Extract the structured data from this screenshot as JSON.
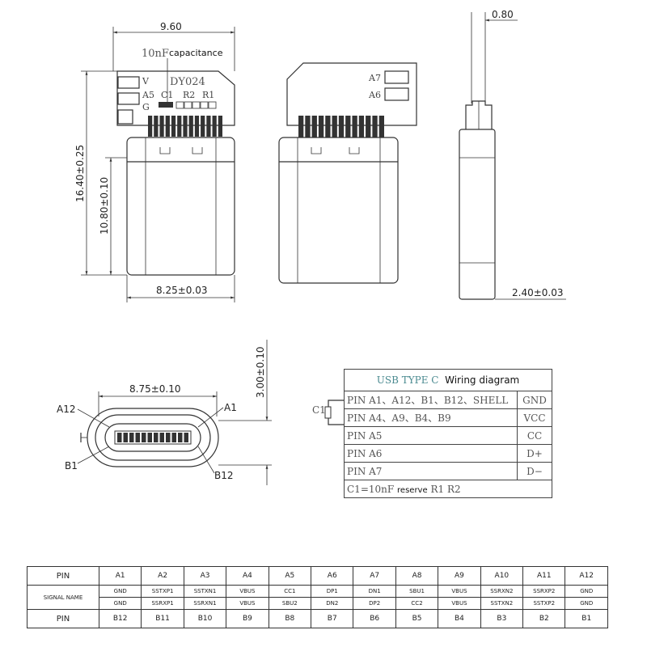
{
  "front_view": {
    "dim_width": "9.60",
    "dim_height_total": "16.40±0.25",
    "dim_height_body": "10.80±0.10",
    "dim_body_width": "8.25±0.03",
    "cap_value": "10nF",
    "cap_label": "capacitance",
    "model": "DY024",
    "pad_labels": [
      "V",
      "A5",
      "G"
    ],
    "component_labels": [
      "C1",
      "R2",
      "R1"
    ]
  },
  "back_view": {
    "pad_labels": [
      "A7",
      "A6"
    ]
  },
  "side_view": {
    "dim_thickness": "0.80",
    "dim_body": "2.40±0.03"
  },
  "end_view": {
    "dim_width": "8.75±0.10",
    "dim_height": "3.00±0.10",
    "labels": {
      "a12": "A12",
      "a1": "A1",
      "b1": "B1",
      "b12": "B12"
    }
  },
  "wiring": {
    "title_prefix": "USB TYPE C",
    "title": "Wiring diagram",
    "cap_label": "C1",
    "rows": [
      {
        "pins": "PIN A1、A12、B1、B12、SHELL",
        "signal": "GND"
      },
      {
        "pins": "PIN A4、A9、B4、B9",
        "signal": "VCC"
      },
      {
        "pins": "PIN A5",
        "signal": "CC"
      },
      {
        "pins": "PIN A6",
        "signal": "D+"
      },
      {
        "pins": "PIN A7",
        "signal": "D−"
      }
    ],
    "footer_prefix": "C1=10nF",
    "footer_reserve": "reserve",
    "footer_suffix": "R1  R2"
  },
  "pin_table": {
    "pin_label": "PIN",
    "signal_label": "SIGNAL NAME",
    "top_pins": [
      "A1",
      "A2",
      "A3",
      "A4",
      "A5",
      "A6",
      "A7",
      "A8",
      "A9",
      "A10",
      "A11",
      "A12"
    ],
    "top_signals": [
      "GND",
      "SSTXP1",
      "SSTXN1",
      "VBUS",
      "CC1",
      "DP1",
      "DN1",
      "SBU1",
      "VBUS",
      "SSRXN2",
      "SSRXP2",
      "GND"
    ],
    "bottom_signals": [
      "GND",
      "SSRXP1",
      "SSRXN1",
      "VBUS",
      "SBU2",
      "DN2",
      "DP2",
      "CC2",
      "VBUS",
      "SSTXN2",
      "SSTXP2",
      "GND"
    ],
    "bottom_pins": [
      "B12",
      "B11",
      "B10",
      "B9",
      "B8",
      "B7",
      "B6",
      "B5",
      "B4",
      "B3",
      "B2",
      "B1"
    ]
  }
}
